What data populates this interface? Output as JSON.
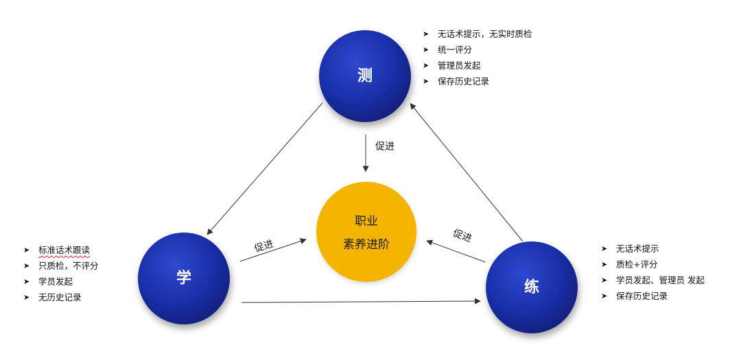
{
  "nodes": {
    "test": {
      "label": "测",
      "color": "#1a2fa8"
    },
    "learn": {
      "label": "学",
      "color": "#1a2fa8"
    },
    "practice": {
      "label": "练",
      "color": "#1a2fa8"
    },
    "center": {
      "line1": "职业",
      "line2": "素养进阶",
      "color": "#f5b400"
    }
  },
  "edge_labels": {
    "test_to_center": "促进",
    "learn_to_center": "促进",
    "practice_to_center": "促进"
  },
  "lists": {
    "test": [
      "无话术提示，无实时质检",
      "统一评分",
      "管理员发起",
      "保存历史记录"
    ],
    "learn": [
      "标准话术跟读",
      "只质检，不评分",
      "学员发起",
      "无历史记录"
    ],
    "practice": [
      "无话术提示",
      "质检+评分",
      "学员发起、管理员 发起",
      "保存历史记录"
    ]
  },
  "bullet_icon": "arrow-bullet-icon",
  "colors": {
    "node_blue": "#1a2fa8",
    "center_yellow": "#f5b400",
    "arrow": "#333333"
  }
}
